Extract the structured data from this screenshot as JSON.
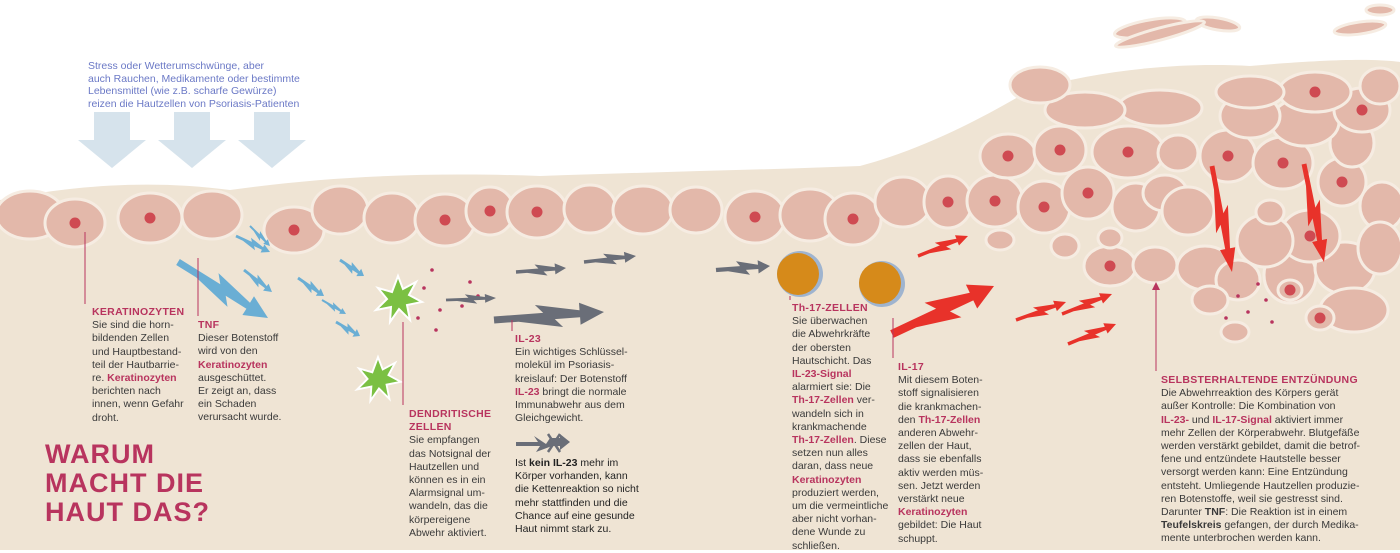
{
  "colors": {
    "background": "#efe4d4",
    "cell_fill": "#e3b8aa",
    "cell_stroke": "#f6ece2",
    "nucleus": "#cf4a52",
    "accent_pink": "#b8345e",
    "tnf_blue": "#6aaed4",
    "il23_gray": "#6a6e78",
    "il17_red": "#e8322a",
    "th17_orange": "#d68a1a",
    "dendritic_green": "#7bc043",
    "stress_arrow": "#d6e3ec",
    "intro_text": "#6b79c6"
  },
  "intro_text": "Stress oder Wetterumschwünge, aber\nauch Rauchen, Medikamente oder bestimmte\nLebensmittel (wie z.B. scharfe Gewürze)\nreizen die Hautzellen von Psoriasis-Patienten",
  "title": "WARUM\nMACHT DIE\nHAUT DAS?",
  "labels": {
    "keratinozyten": {
      "heading": "KERATINOZYTEN",
      "t1": "Sie sind die horn-\nbildenden Zellen\nund Hauptbestand-\nteil der Hautbarrie-\nre. ",
      "b1": "Keratinozyten",
      "t2": "\nberichten nach\ninnen, wenn Gefahr\ndroht."
    },
    "tnf": {
      "heading": "TNF",
      "t1": "Dieser Botenstoff\nwird von den\n",
      "b1": "Keratinozyten",
      "t2": "\nausgeschüttet.\nEr zeigt an, dass\nein Schaden\nverursacht wurde."
    },
    "dendritische": {
      "heading": "DENDRITISCHE\nZELLEN",
      "t1": "Sie empfangen\ndas Notsignal der\nHautzellen und\nkönnen es in ein\nAlarmsignal um-\nwandeln, das die\nkörpereigene\nAbwehr aktiviert."
    },
    "il23": {
      "heading": "IL-23",
      "t1": "Ein wichtiges Schlüssel-\nmolekül im Psoriasis-\nkreislauf: Der Botenstoff\n",
      "b1": "IL-23",
      "t2": " bringt die normale\nImmunabwehr aus dem\nGleichgewicht."
    },
    "il23_absent": {
      "t1": "Ist ",
      "b1": "kein IL-23",
      "t2": " mehr im\nKörper vorhanden, kann\ndie Kettenreaktion so nicht\nmehr stattfinden und die\nChance auf eine gesunde\nHaut nimmt stark zu."
    },
    "th17": {
      "heading": "Th-17-ZELLEN",
      "t1": "Sie überwachen\ndie Abwehrkräfte\nder obersten\nHautschicht. Das\n",
      "b1": "IL-23-Signal",
      "t2": "\nalarmiert sie: Die\n",
      "b2": "Th-17-Zellen",
      "t3": " ver-\nwandeln sich in\nkrankmachende\n",
      "b3": "Th-17-Zellen",
      "t4": ". Diese\nsetzen nun alles\ndaran, dass neue\n",
      "b4": "Keratinozyten",
      "t5": "\nproduziert werden,\num die vermeintliche\naber nicht vorhan-\ndene Wunde zu\nschließen."
    },
    "il17": {
      "heading": "IL-17",
      "t1": "Mit diesem Boten-\nstoff signalisieren\ndie krankmachen-\nden ",
      "b1": "Th-17-Zellen",
      "t2": "\nanderen Abwehr-\nzellen der Haut,\ndass sie ebenfalls\naktiv werden müs-\nsen. Jetzt werden\nverstärkt neue\n",
      "b2": "Keratinozyten",
      "t3": "\ngebildet: Die Haut\nschuppt."
    },
    "entzuendung": {
      "heading": "SELBSTERHALTENDE ENTZÜNDUNG",
      "t1": "Die Abwehrreaktion des Körpers gerät\naußer Kontrolle: Die Kombination von\n",
      "b1": "IL-23-",
      "t2": " und ",
      "b2": "IL-17-Signal",
      "t3": " aktiviert immer\nmehr Zellen der Körperabwehr. Blutgefäße\nwerden verstärkt gebildet, damit die betrof-\nfene und entzündete Hautstelle besser\nversorgt werden kann: Eine Entzündung\nentsteht. Umliegende Hautzellen produzie-\nren Botenstoffe, weil sie gestresst sind.\nDarunter ",
      "b3": "TNF",
      "t4": ": Die Reaktion ist in einem\n",
      "b4": "Teufelskreis",
      "t5": " gefangen, der durch Medika-\nmente unterbrochen werden kann."
    }
  }
}
